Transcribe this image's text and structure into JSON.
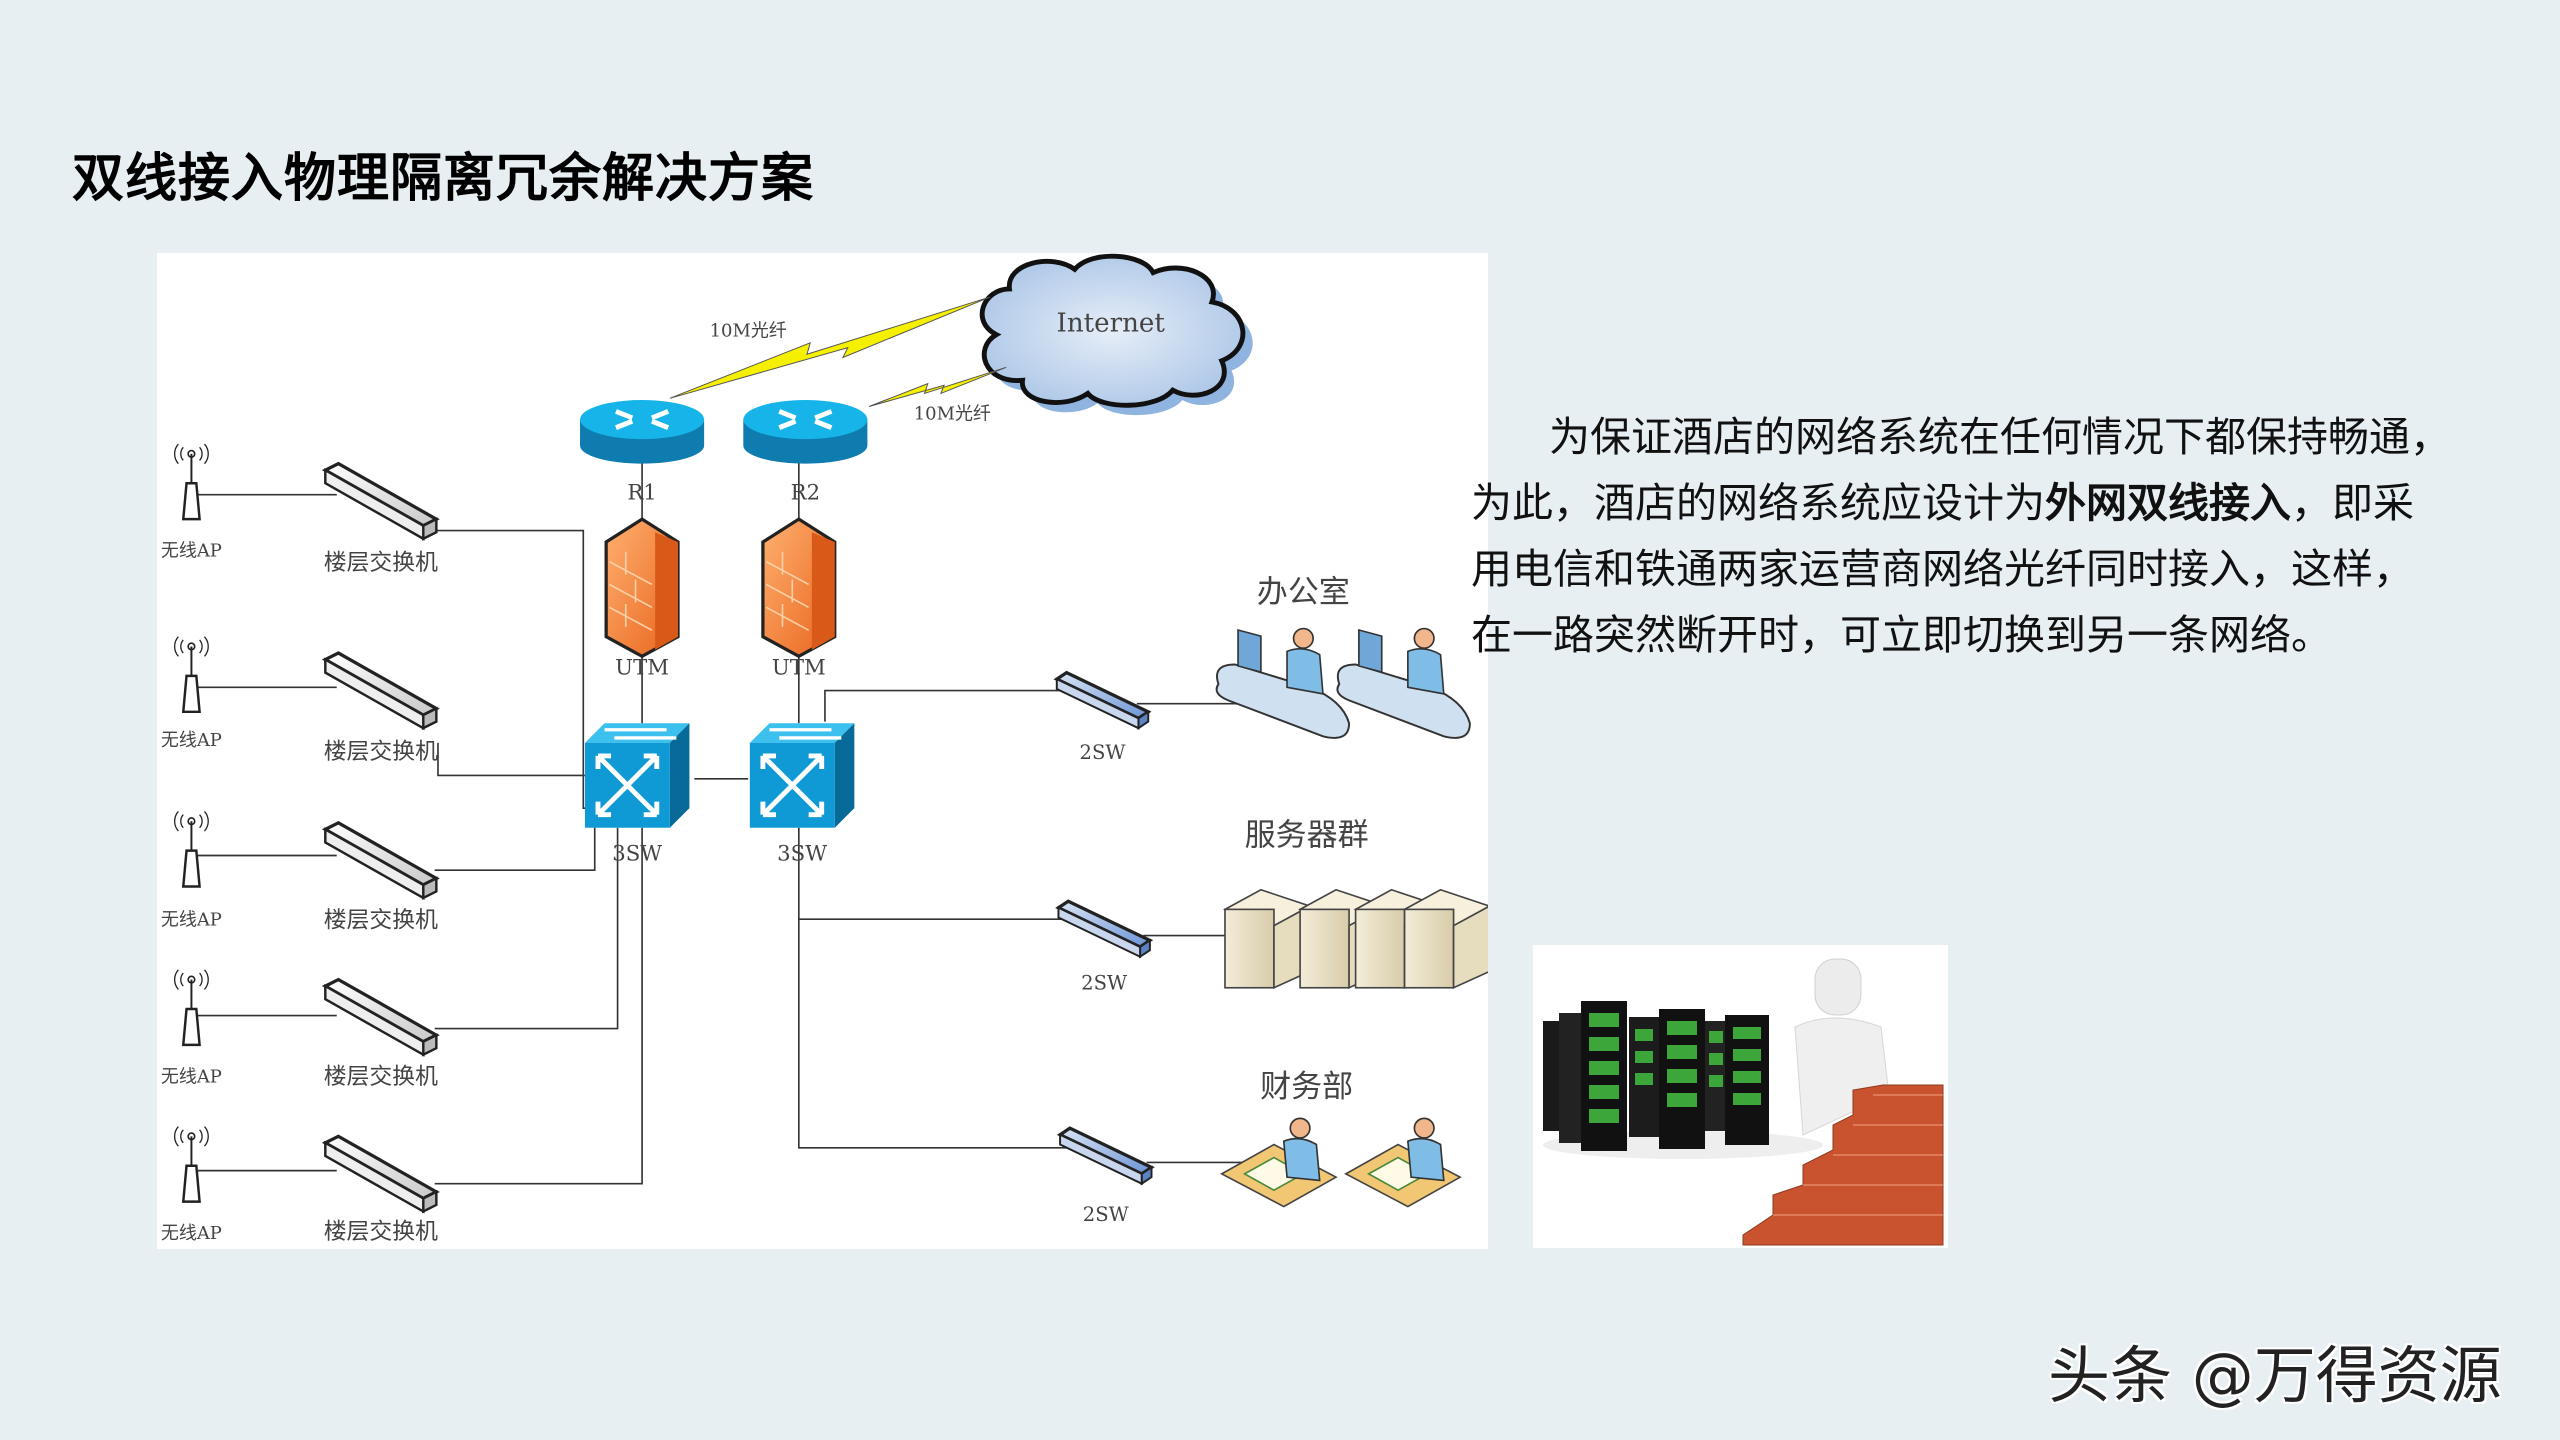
{
  "page": {
    "title": "双线接入物理隔离冗余解决方案",
    "background_color": "#e8eff3"
  },
  "diagram": {
    "internet_label": "Internet",
    "links": [
      {
        "label": "10M光纤",
        "from": "R1",
        "to": "Internet"
      },
      {
        "label": "10M光纤",
        "from": "R2",
        "to": "Internet"
      }
    ],
    "routers": [
      {
        "label": "R1"
      },
      {
        "label": "R2"
      }
    ],
    "firewalls": [
      {
        "label": "UTM"
      },
      {
        "label": "UTM"
      }
    ],
    "core_switches": [
      {
        "label": "3SW"
      },
      {
        "label": "3SW"
      }
    ],
    "access_rows": [
      {
        "ap_label": "无线AP",
        "switch_label": "楼层交换机"
      },
      {
        "ap_label": "无线AP",
        "switch_label": "楼层交换机"
      },
      {
        "ap_label": "无线AP",
        "switch_label": "楼层交换机"
      },
      {
        "ap_label": "无线AP",
        "switch_label": "楼层交换机"
      },
      {
        "ap_label": "无线AP",
        "switch_label": "楼层交换机"
      }
    ],
    "departments": [
      {
        "name": "办公室",
        "switch_label": "2SW",
        "icon": "office-workstation-icon"
      },
      {
        "name": "服务器群",
        "switch_label": "2SW",
        "icon": "server-tower-icon"
      },
      {
        "name": "财务部",
        "switch_label": "2SW",
        "icon": "finance-desk-icon"
      }
    ],
    "colors": {
      "router": "#1aa3d9",
      "firewall": "#f07a2a",
      "switch": "#1a9ad6",
      "lightning": "#f5f000"
    }
  },
  "description": {
    "line1": "为保证酒店的网络系统在任何情况下都保持畅通，",
    "line2_pre": "为此，酒店的网络系统应设计为",
    "line2_bold": "外网双线接入",
    "line2_post": "，即采",
    "line3": "用电信和铁通两家运营商网络光纤同时接入，这样，",
    "line4": "在一路突然断开时，可立即切换到另一条网络。"
  },
  "photo": {
    "subject": "server-racks-and-brick-wall-firewall-illustration"
  },
  "watermark": {
    "text": "头条 @万得资源"
  }
}
